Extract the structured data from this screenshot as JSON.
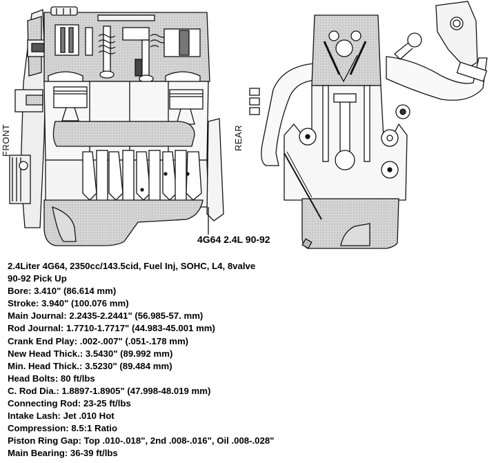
{
  "diagram": {
    "left_view_label": "FRONT",
    "right_view_label": "REAR",
    "caption": "4G64 2.4L 90-92"
  },
  "specs": {
    "lines": [
      "2.4Liter 4G64, 2350cc/143.5cid, Fuel Inj, SOHC, L4, 8valve",
      "90-92 Pick Up",
      "Bore: 3.410\" (86.614 mm)",
      "Stroke: 3.940\" (100.076 mm)",
      "Main Journal: 2.2435-2.2441\" (56.985-57. mm)",
      "Rod Journal: 1.7710-1.7717\" (44.983-45.001 mm)",
      "Crank End Play: .002-.007\" (.051-.178 mm)",
      "New Head Thick.: 3.5430\" (89.992 mm)",
      "Min. Head Thick.: 3.5230\" (89.484 mm)",
      "Head Bolts: 80 ft/lbs",
      "C. Rod Dia.: 1.8897-1.8905\" (47.998-48.019 mm)",
      "Connecting Rod: 23-25 ft/lbs",
      "Intake Lash: Jet .010 Hot",
      "Compression: 8.5:1 Ratio",
      "Piston Ring Gap: Top .010-.018\", 2nd .008-.016\", Oil .008-.028\"",
      "Main Bearing: 36-39 ft/lbs"
    ]
  }
}
